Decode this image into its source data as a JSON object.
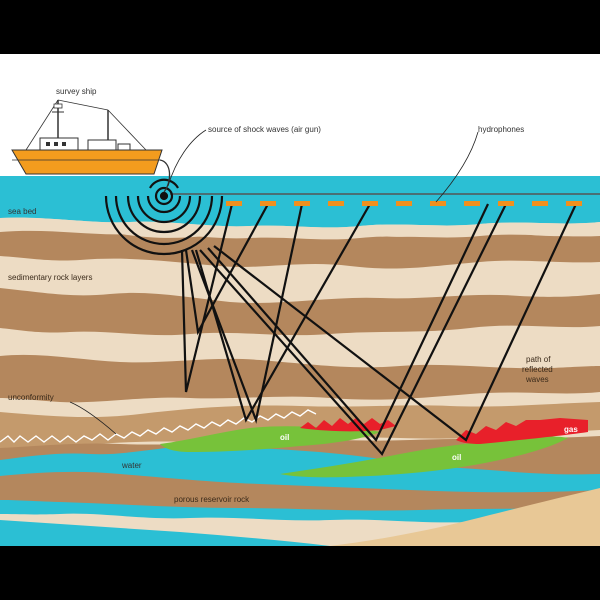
{
  "labels": {
    "survey_ship": "survey ship",
    "source": "source of shock waves (air gun)",
    "hydrophones": "hydrophones",
    "sea_bed": "sea bed",
    "sedimentary": "sedimentary rock layers",
    "path_line1": "path of",
    "path_line2": "reflected",
    "path_line3": "waves",
    "unconformity": "unconformity",
    "water": "water",
    "oil_left": "oil",
    "oil_right": "oil",
    "gas": "gas",
    "porous": "porous reservoir rock"
  },
  "colors": {
    "sky": "#ffffff",
    "sea": "#2bbfd4",
    "light_rock": "#eddcc4",
    "dark_rock": "#b4875d",
    "mid_rock": "#c49a6c",
    "sand": "#e8c896",
    "water_layer": "#2bbfd4",
    "oil": "#77c23a",
    "gas": "#e8202a",
    "ship_hull": "#f39c1e",
    "hydrophone": "#f0901e",
    "line": "#111111"
  }
}
